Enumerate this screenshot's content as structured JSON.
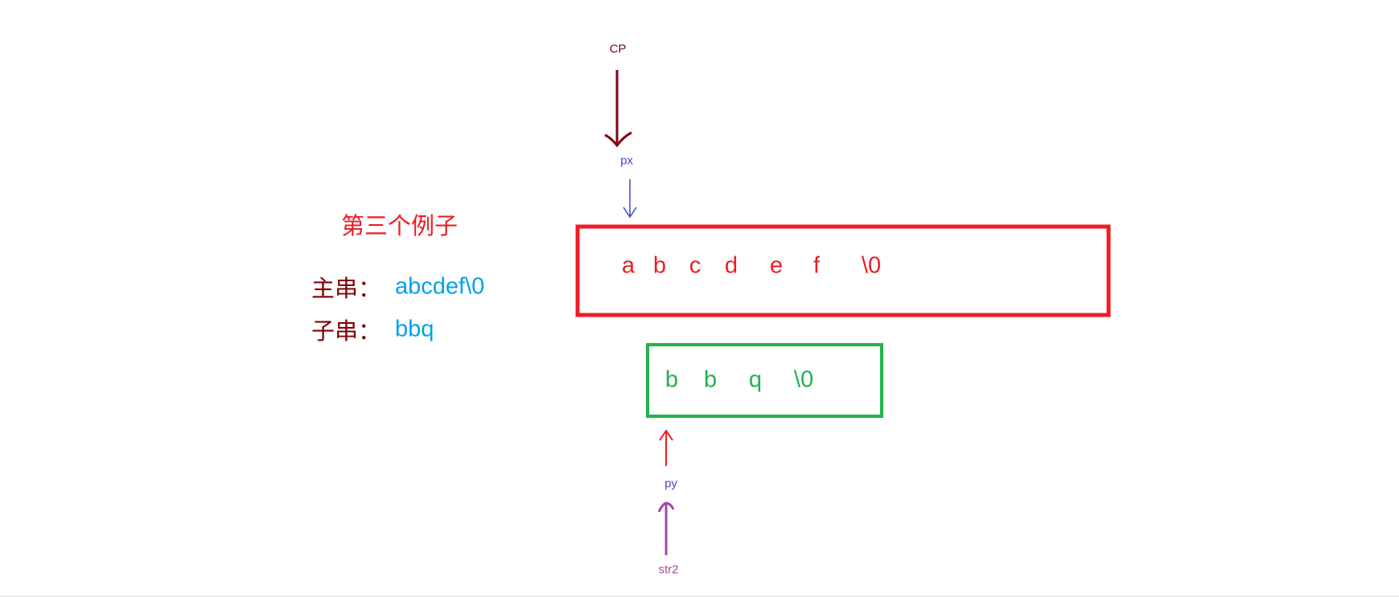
{
  "title": "第三个例子",
  "main_string": {
    "label": "主串：",
    "value": "abcdef\\0",
    "chars": [
      "a",
      "b",
      "c",
      "d",
      "e",
      "f",
      "\\0"
    ]
  },
  "sub_string": {
    "label": "子串：",
    "value": "bbq",
    "chars": [
      "b",
      "b",
      "q",
      "\\0"
    ]
  },
  "pointers": {
    "cp": "CP",
    "px": "px",
    "py": "py",
    "str2": "str2"
  },
  "colors": {
    "title": "#ee1c25",
    "label": "#7f0000",
    "value": "#00a2e8",
    "main_box": "#ee1c24",
    "sub_box": "#22b14c",
    "cp_arrow": "#880015",
    "px_arrow": "#3f48cc",
    "py_arrow": "#ee1c24",
    "str2_arrow": "#a349a4"
  }
}
